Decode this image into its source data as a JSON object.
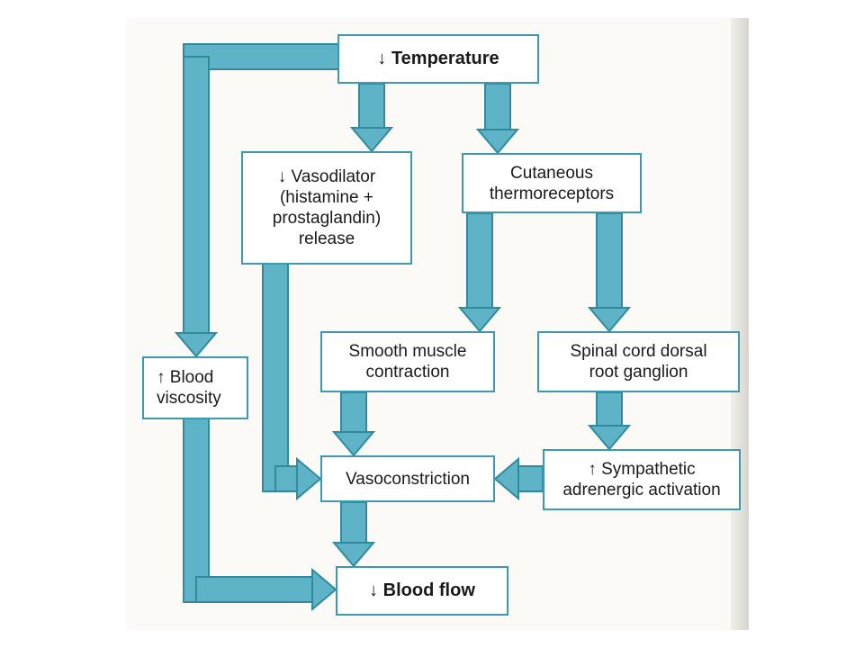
{
  "colors": {
    "arrow_fill": "#5eb4c6",
    "arrow_stroke": "#2f8a9e",
    "box_border": "#3d9aae"
  },
  "nodes": {
    "temperature": {
      "prefix": "↓",
      "label": "Temperature"
    },
    "vasodilator": {
      "lines": [
        "↓ Vasodilator",
        "(histamine +",
        "prostaglandin)",
        "release"
      ]
    },
    "thermoreceptors": {
      "lines": [
        "Cutaneous",
        "thermoreceptors"
      ]
    },
    "smooth_muscle": {
      "lines": [
        "Smooth muscle",
        "contraction"
      ]
    },
    "spinal_cord": {
      "lines": [
        "Spinal cord dorsal",
        "root ganglion"
      ]
    },
    "blood_viscosity": {
      "lines": [
        "↑ Blood",
        "viscosity"
      ]
    },
    "vasoconstriction": {
      "lines": [
        "Vasoconstriction"
      ]
    },
    "sympathetic": {
      "lines": [
        "↑ Sympathetic",
        "adrenergic activation"
      ]
    },
    "blood_flow": {
      "prefix": "↓",
      "label": "Blood flow"
    }
  },
  "edges": [
    [
      "temperature",
      "vasodilator"
    ],
    [
      "temperature",
      "thermoreceptors"
    ],
    [
      "temperature",
      "blood_viscosity"
    ],
    [
      "thermoreceptors",
      "smooth_muscle"
    ],
    [
      "thermoreceptors",
      "spinal_cord"
    ],
    [
      "spinal_cord",
      "sympathetic"
    ],
    [
      "smooth_muscle",
      "vasoconstriction"
    ],
    [
      "vasodilator",
      "vasoconstriction"
    ],
    [
      "sympathetic",
      "vasoconstriction"
    ],
    [
      "vasoconstriction",
      "blood_flow"
    ],
    [
      "blood_viscosity",
      "blood_flow"
    ]
  ]
}
